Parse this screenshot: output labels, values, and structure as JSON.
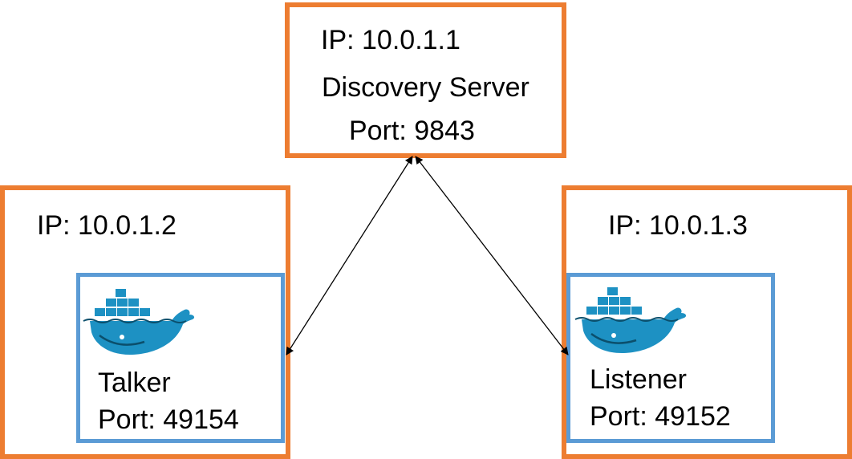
{
  "colors": {
    "host_border": "#ED7D31",
    "container_border": "#5B9BD5",
    "whale": "#1D91C3",
    "arrow": "#000000"
  },
  "server": {
    "ip": "IP: 10.0.1.1",
    "name": "Discovery Server",
    "port": "Port: 9843"
  },
  "talker_host": {
    "ip": "IP: 10.0.1.2"
  },
  "talker": {
    "name": "Talker",
    "port": "Port: 49154",
    "icon": "docker-whale-icon"
  },
  "listener_host": {
    "ip": "IP: 10.0.1.3"
  },
  "listener": {
    "name": "Listener",
    "port": "Port: 49152",
    "icon": "docker-whale-icon"
  }
}
